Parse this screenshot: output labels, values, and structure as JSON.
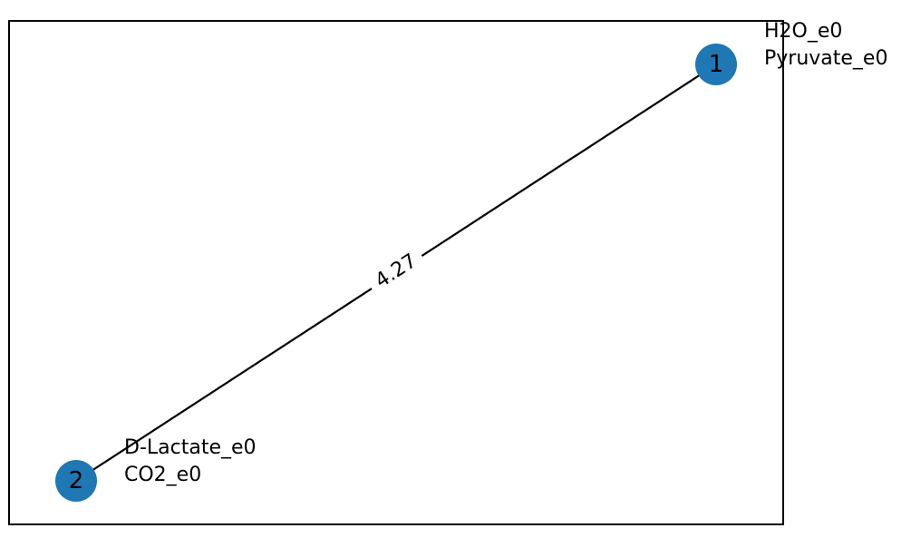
{
  "graph": {
    "nodes": [
      {
        "id": "1",
        "label": "1",
        "annotations": [
          "H2O_e0",
          "Pyruvate_e0"
        ]
      },
      {
        "id": "2",
        "label": "2",
        "annotations": [
          "D-Lactate_e0",
          "CO2_e0"
        ]
      }
    ],
    "edges": [
      {
        "source": "1",
        "target": "2",
        "label": "4.27"
      }
    ],
    "colors": {
      "node_fill": "#1f77b4",
      "edge": "#000000",
      "frame": "#000000",
      "text": "#000000"
    }
  }
}
